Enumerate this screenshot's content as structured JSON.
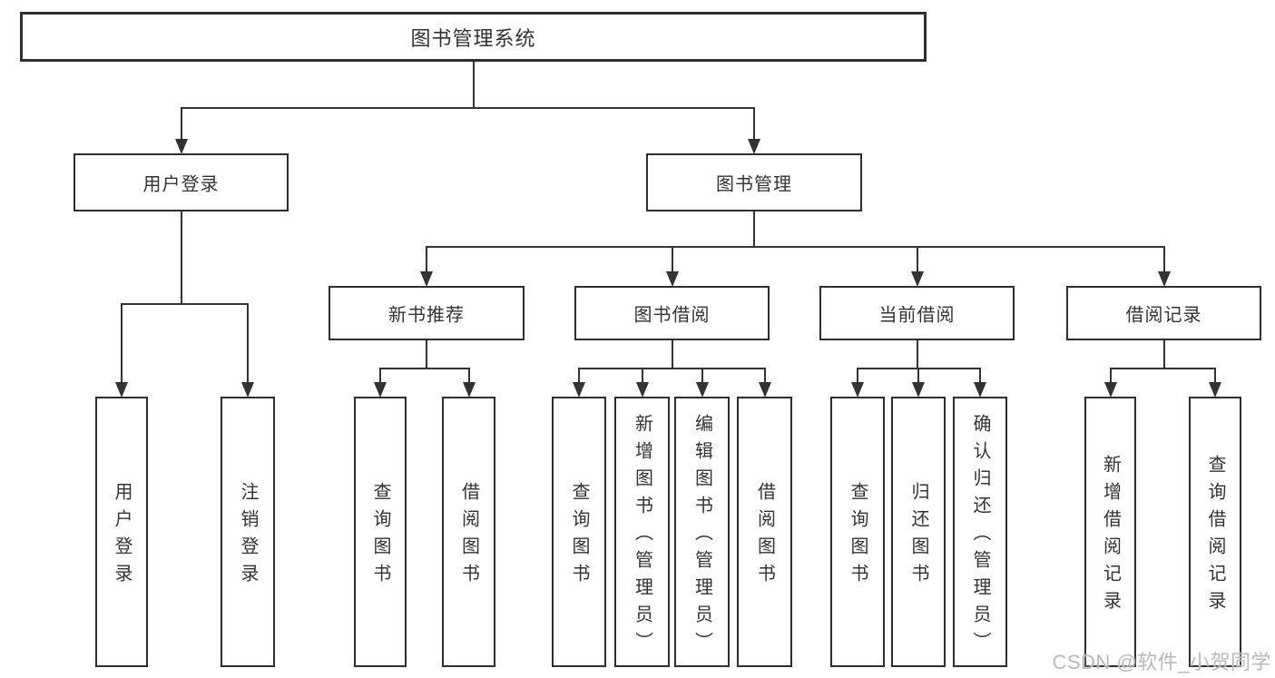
{
  "diagram": {
    "type": "tree",
    "nodes": {
      "id": "root",
      "label": "图书管理系统",
      "children": [
        {
          "id": "user-login",
          "label": "用户登录",
          "children": [
            {
              "id": "leaf-user-login",
              "label": "用户登录"
            },
            {
              "id": "leaf-logout",
              "label": "注销登录"
            }
          ]
        },
        {
          "id": "book-mgmt",
          "label": "图书管理",
          "children": [
            {
              "id": "new-book-rec",
              "label": "新书推荐",
              "children": [
                {
                  "id": "rec-query",
                  "label": "查询图书"
                },
                {
                  "id": "rec-borrow",
                  "label": "借阅图书"
                }
              ]
            },
            {
              "id": "book-borrow",
              "label": "图书借阅",
              "children": [
                {
                  "id": "bb-query",
                  "label": "查询图书"
                },
                {
                  "id": "bb-add",
                  "label": "新增图书（管理员）"
                },
                {
                  "id": "bb-edit",
                  "label": "编辑图书（管理员）"
                },
                {
                  "id": "bb-borrow",
                  "label": "借阅图书"
                }
              ]
            },
            {
              "id": "current-borrow",
              "label": "当前借阅",
              "children": [
                {
                  "id": "cb-query",
                  "label": "查询图书"
                },
                {
                  "id": "cb-return",
                  "label": "归还图书"
                },
                {
                  "id": "cb-confirm",
                  "label": "确认归还（管理员）"
                }
              ]
            },
            {
              "id": "borrow-record",
              "label": "借阅记录",
              "children": [
                {
                  "id": "br-add",
                  "label": "新增借阅记录"
                },
                {
                  "id": "br-query",
                  "label": "查询借阅记录"
                }
              ]
            }
          ]
        }
      ]
    }
  },
  "watermark": {
    "text": "CSDN @软件_小贺同学"
  },
  "colors": {
    "line": "#333333",
    "box_border": "#2e2e2e",
    "box_fill": "#ffffff",
    "text": "#333333",
    "background": "#ffffff",
    "watermark": "#b9b9b9"
  }
}
